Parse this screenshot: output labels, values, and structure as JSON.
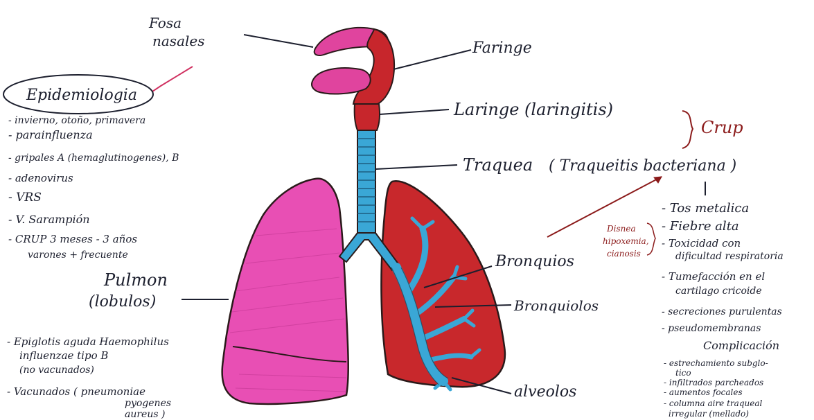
{
  "colors": {
    "ink": "#1c1f2e",
    "red_ink": "#8b1a1a",
    "lung_pink": "#e84fb4",
    "lung_red": "#c8282c",
    "airway_blue": "#3aa7d6",
    "nasal_pink": "#e0449e",
    "pharynx_red": "#c7262c"
  },
  "labels": {
    "fosas_line1": "Fosa",
    "fosas_line2": "nasales",
    "faringe": "Faringe",
    "laringe": "Laringe (laringitis)",
    "croup": "Crup",
    "traquea": "Traquea",
    "traqueitis": "( Traqueitis bacteriana )",
    "bronquios": "Bronquios",
    "bronquiolos": "Bronquiolos",
    "alveolos": "alveolos",
    "pulmon": "Pulmon",
    "lobulos": "(lobulos)"
  },
  "epidemiologia": {
    "title": "Epidemiologia",
    "items": [
      "- invierno, otoño, primavera",
      "- parainfluenza",
      "- gripales A (hemaglutinogenes), B",
      "- adenovirus",
      "- VRS",
      "- V. Sarampión",
      "- CRUP 3 meses - 3 años",
      "  varones + frecuente"
    ]
  },
  "etiologia": {
    "items": [
      "- Epiglotis aguda Haemophilus",
      "  influenzae tipo B",
      "  (no vacunados)",
      "- Vacunados ( pneumoniae",
      "  pyogenes",
      "  aureus )"
    ]
  },
  "signos_note": [
    "Disnea",
    "hipoxemia,",
    "cianosis"
  ],
  "clinica": {
    "items": [
      "- Tos metalica",
      "- Fiebre alta",
      "- Toxicidad con",
      "  dificultad respiratoria",
      "- Tumefacción en el",
      "  cartilago cricoide",
      "- secreciones purulentas",
      "- pseudomembranas"
    ],
    "complicaciones_title": "Complicación",
    "complicaciones": [
      "- estrechamiento subglo-",
      "  tico",
      "- infiltrados parcheados",
      "- aumentos focales",
      "- columna aire traqueal",
      "  irregular (mellado)"
    ]
  }
}
